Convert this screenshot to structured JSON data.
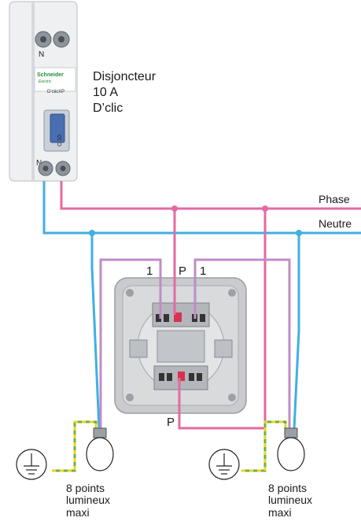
{
  "breaker": {
    "brand": "Schneider",
    "brand_sub": "Electric",
    "model": "D'clicXP",
    "rating_mark": "C 10",
    "terminal_top": "N",
    "terminal_bottom": "N",
    "label_line1": "Disjoncteur",
    "label_line2": "10 A",
    "label_line3": "D’clic"
  },
  "lines": {
    "phase_label": "Phase",
    "neutral_label": "Neutre"
  },
  "switch": {
    "terminal_left": "1",
    "terminal_center": "P",
    "terminal_right": "1",
    "terminal_bottom": "P"
  },
  "lamps": [
    {
      "line1": "8 points",
      "line2": "lumineux",
      "line3": "maxi"
    },
    {
      "line1": "8 points",
      "line2": "lumineux",
      "line3": "maxi"
    }
  ],
  "colors": {
    "phase": "#e46aa3",
    "neutral": "#3fb0e0",
    "return": "#c08cc8",
    "earth_green": "#6ab04c",
    "earth_yellow": "#f2d21c",
    "breaker_body": "#e9ecef",
    "switch_plate": "#c9cbce"
  }
}
